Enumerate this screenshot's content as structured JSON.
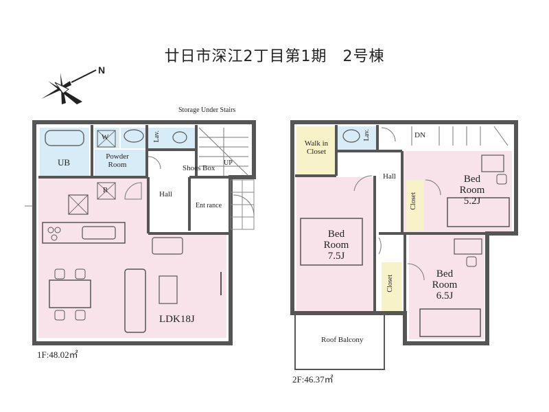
{
  "title": "廿日市深江2丁目第1期　2号棟",
  "compass": {
    "letter": "N"
  },
  "floor1": {
    "area": "1F:48.02㎡",
    "rooms": {
      "ub": "UB",
      "w": "W",
      "lav": "Lav.",
      "powder": "Powder Room",
      "storage": "Storage Under Stairs",
      "up": "UP",
      "shoes": "Shoes Box",
      "hall": "Hall",
      "ent": "Ent rance",
      "ldk": "LDK18J",
      "r": "R"
    }
  },
  "floor2": {
    "area": "2F:46.37㎡",
    "rooms": {
      "walkin": "Walk in Closet",
      "lav": "Lav.",
      "dn": "DN",
      "hall": "Hall",
      "bed1": "Bed Room 5.2J",
      "bed2": "Bed Room 7.5J",
      "bed3": "Bed Room 6.5J",
      "closet1": "Closet",
      "closet2": "Closet",
      "balcony": "Roof Balcony"
    }
  },
  "colors": {
    "room_pink": "#f9e3ea",
    "wet_blue": "#d8ecf7",
    "closet_yellow": "#f8f2c8",
    "hall_white": "#ffffff",
    "wall": "#555555"
  }
}
